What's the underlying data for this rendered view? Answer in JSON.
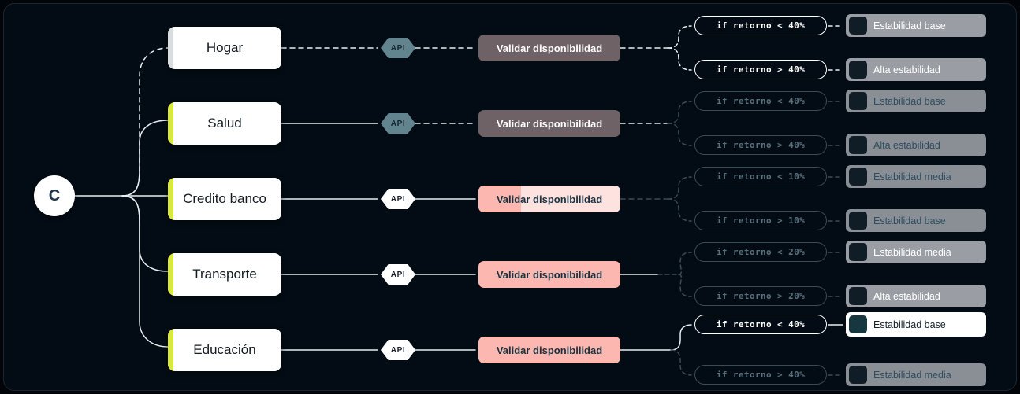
{
  "diagram": {
    "type": "flow-tree",
    "root": {
      "label": "C"
    },
    "rows": [
      {
        "category": "Hogar",
        "category_state": "inactive",
        "api_label": "API",
        "api_state": "dim",
        "validar_label": "Validar disponibilidad",
        "validar_state": "dark",
        "edge_style": "dashed",
        "branches": [
          {
            "condition": "if retorno < 40%",
            "condition_state": "bright",
            "result": "Estabilidad base",
            "result_state": "bright"
          },
          {
            "condition": "if retorno > 40%",
            "condition_state": "bright",
            "result": "Alta estabilidad",
            "result_state": "bright"
          }
        ]
      },
      {
        "category": "Salud",
        "category_state": "active",
        "api_label": "API",
        "api_state": "dim",
        "validar_label": "Validar disponibilidad",
        "validar_state": "dark",
        "edge_style": "dashed",
        "branches": [
          {
            "condition": "if retorno < 40%",
            "condition_state": "dim",
            "result": "Estabilidad base",
            "result_state": "dim"
          },
          {
            "condition": "if retorno > 40%",
            "condition_state": "dim",
            "result": "Alta estabilidad",
            "result_state": "dim"
          }
        ]
      },
      {
        "category": "Credito banco",
        "category_state": "active",
        "api_label": "API",
        "api_state": "bright",
        "validar_label": "Validar disponibilidad",
        "validar_state": "partial",
        "validar_progress": 30,
        "edge_style": "dashed",
        "branches": [
          {
            "condition": "if retorno < 10%",
            "condition_state": "dim",
            "result": "Estabilidad media",
            "result_state": "dim"
          },
          {
            "condition": "if retorno > 10%",
            "condition_state": "dim",
            "result": "Estabilidad base",
            "result_state": "dim"
          }
        ]
      },
      {
        "category": "Transporte",
        "category_state": "active",
        "api_label": "API",
        "api_state": "bright",
        "validar_label": "Validar disponibilidad",
        "validar_state": "pink",
        "edge_style": "mixed",
        "branches": [
          {
            "condition": "if retorno < 20%",
            "condition_state": "dim",
            "result": "Estabilidad media",
            "result_state": "bright"
          },
          {
            "condition": "if retorno > 20%",
            "condition_state": "dim",
            "result": "Alta estabilidad",
            "result_state": "bright"
          }
        ]
      },
      {
        "category": "Educación",
        "category_state": "active",
        "api_label": "API",
        "api_state": "bright",
        "validar_label": "Validar disponibilidad",
        "validar_state": "pink",
        "edge_style": "solid-top",
        "branches": [
          {
            "condition": "if retorno < 40%",
            "condition_state": "bright",
            "result": "Estabilidad base",
            "result_state": "active"
          },
          {
            "condition": "if retorno > 40%",
            "condition_state": "dim",
            "result": "Estabilidad media",
            "result_state": "dim"
          }
        ]
      }
    ]
  },
  "colors": {
    "background": "#030c14",
    "accent_lime": "#d9e83c",
    "accent_pink": "#fcb7b0",
    "accent_pink_light": "#fde2e0",
    "muted_brown": "#6f6266",
    "edge_bright": "#e8eef2",
    "edge_dim": "#3c4a55"
  }
}
